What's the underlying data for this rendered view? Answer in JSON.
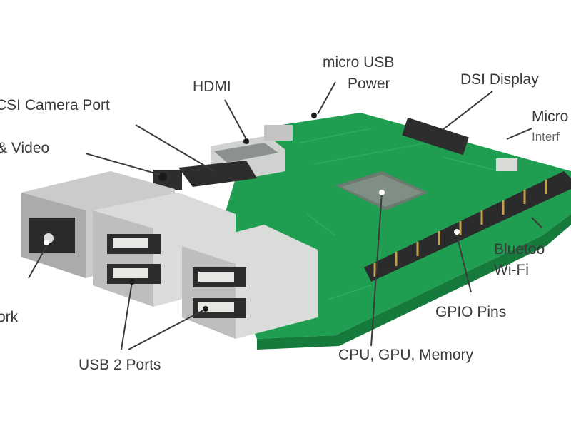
{
  "labels": {
    "csi_camera": "CSI Camera Port",
    "hdmi": "HDMI",
    "micro_usb_line1": "micro USB",
    "micro_usb_line2": "Power",
    "dsi_display": "DSI Display",
    "micro_sd_line1": "Micro",
    "micro_sd_line2": "Interf",
    "audio_video": "& Video",
    "bluetooth_line1": "Bluetoo",
    "bluetooth_line2": "Wi-Fi",
    "gpio": "GPIO Pins",
    "network": "ork",
    "usb_ports": "USB 2 Ports",
    "cpu": "CPU, GPU, Memory"
  },
  "colors": {
    "board_green": "#1f9e52",
    "board_dark": "#157a3c",
    "usb_metal": "#d9dcd8",
    "ethernet_metal": "#c9ccc9",
    "chip": "#6b7b70",
    "label_text": "#3a3a3a",
    "leader_line": "#3a3a3a"
  }
}
